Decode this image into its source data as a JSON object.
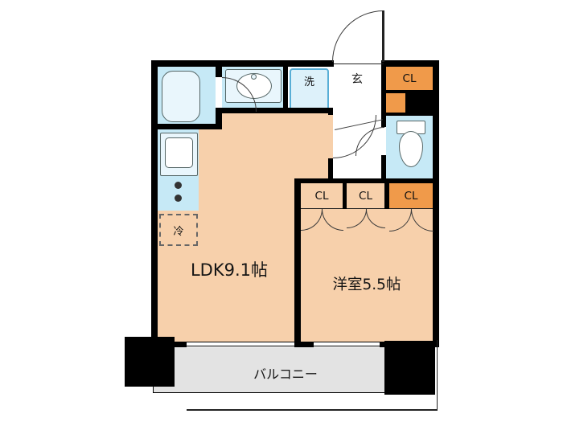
{
  "floorplan": {
    "rooms": {
      "ldk": {
        "label": "LDK9.1帖"
      },
      "bedroom": {
        "label": "洋室5.5帖"
      },
      "balcony": {
        "label": "バルコニー"
      },
      "entrance": {
        "label": "玄"
      },
      "laundry": {
        "label": "洗"
      },
      "refrigerator": {
        "label": "冷"
      }
    },
    "closets": {
      "hall": {
        "label": "CL"
      },
      "left": {
        "label": "CL"
      },
      "center": {
        "label": "CL"
      },
      "right": {
        "label": "CL"
      }
    },
    "colors": {
      "wall": "#000000",
      "floor": "#f7d0ab",
      "closet": "#f09a4a",
      "wet": "#c6e9f6",
      "fixture": "#e9f6fc",
      "balcony": "#e3e3e3",
      "arc": "#3a3a3a"
    }
  }
}
